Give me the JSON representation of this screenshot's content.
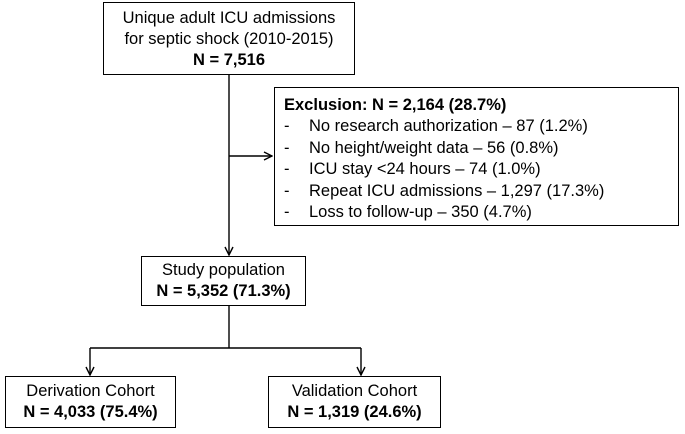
{
  "boxes": {
    "admissions": {
      "line1": "Unique adult ICU admissions",
      "line2": "for septic shock (2010-2015)",
      "count": "N = 7,516"
    },
    "exclusion": {
      "title": "Exclusion: N = 2,164 (28.7%)",
      "items": [
        {
          "bullet": "-",
          "text": "No research authorization – 87 (1.2%)"
        },
        {
          "bullet": "-",
          "text": "No height/weight data – 56 (0.8%)"
        },
        {
          "bullet": "-",
          "text": "ICU stay <24 hours – 74 (1.0%)"
        },
        {
          "bullet": "-",
          "text": "Repeat ICU admissions – 1,297 (17.3%)"
        },
        {
          "bullet": "-",
          "text": "Loss to follow-up – 350 (4.7%)"
        }
      ]
    },
    "study": {
      "label": "Study population",
      "count": "N = 5,352 (71.3%)"
    },
    "derivation": {
      "label": "Derivation Cohort",
      "count": "N = 4,033 (75.4%)"
    },
    "validation": {
      "label": "Validation Cohort",
      "count": "N = 1,319 (24.6%)"
    }
  },
  "colors": {
    "stroke": "#000000",
    "background": "#ffffff"
  }
}
